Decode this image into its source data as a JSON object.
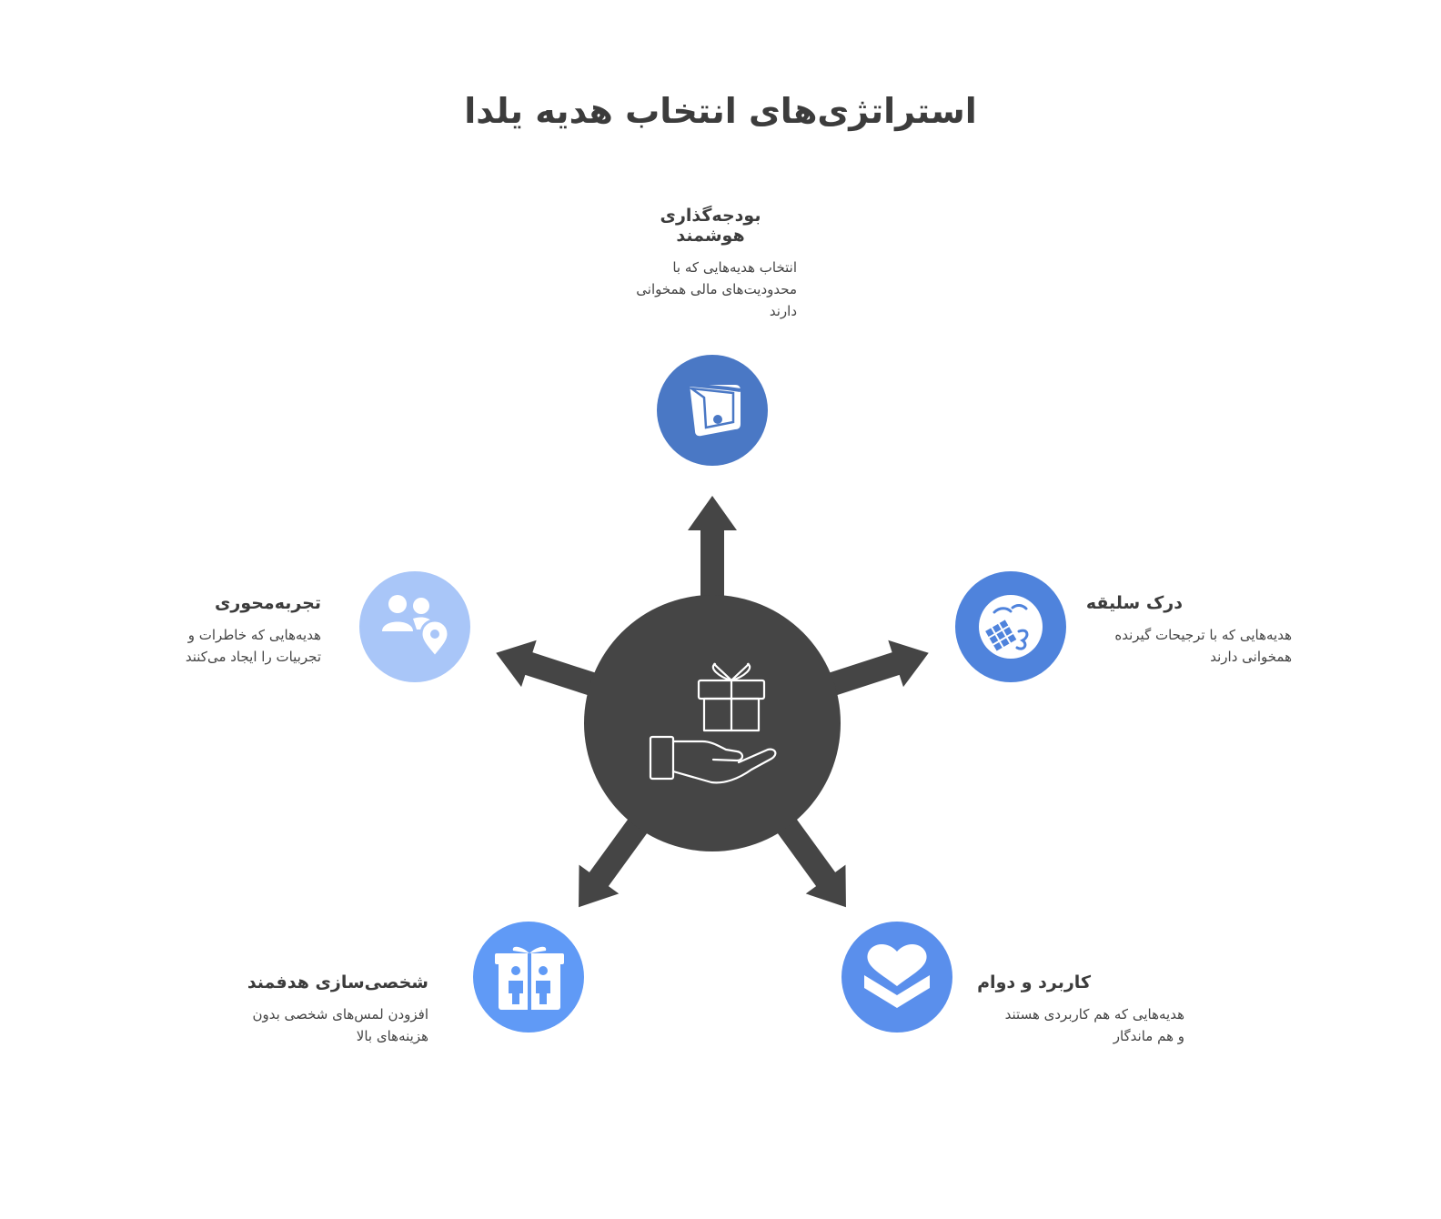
{
  "title": "استراتژی‌های انتخاب هدیه یلدا",
  "colors": {
    "hub": "#454545",
    "blue_dark": "#4a78c5",
    "blue_mid": "#4f83dc",
    "blue_bright": "#5a8fec",
    "blue_light": "#a9c6f8",
    "blue_bottom_left": "#609af6"
  },
  "center": {
    "icon": "gift-in-hand-icon"
  },
  "nodes": [
    {
      "id": "budget",
      "title": "بودجه‌گذاری هوشمند",
      "desc": [
        "انتخاب هدیه‌هایی که با",
        "محدودیت‌های مالی همخوانی",
        "دارند"
      ],
      "icon": "wallet-icon"
    },
    {
      "id": "taste",
      "title": "درک سلیقه",
      "desc": [
        "هدیه‌هایی که با ترجیحات گیرنده",
        "همخوانی دارند"
      ],
      "icon": "waffle-face-icon"
    },
    {
      "id": "durability",
      "title": "کاربرد و دوام",
      "desc": [
        "هدیه‌هایی که هم کاربردی هستند",
        "و هم ماندگار"
      ],
      "icon": "heart-layers-icon"
    },
    {
      "id": "personal",
      "title": "شخصی‌سازی هدفمند",
      "desc": [
        "افزودن لمس‌های شخصی بدون",
        "هزینه‌های بالا"
      ],
      "icon": "gift-people-icon"
    },
    {
      "id": "experience",
      "title": "تجربه‌محوری",
      "desc": [
        "هدیه‌هایی که خاطرات و",
        "تجربیات را ایجاد می‌کنند"
      ],
      "icon": "people-location-icon"
    }
  ]
}
